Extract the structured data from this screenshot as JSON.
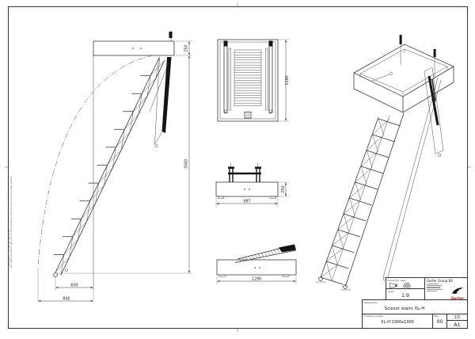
{
  "sheet": {
    "copyright_line1": "Copyright © by Gorter Group BV",
    "copyright_line2": "All rights reserved. No part of this drawing may be reproduced and/or published without written permission of Gorter Group BV."
  },
  "views": {
    "side_open": {
      "dim_casing_height": "250",
      "dim_height": "3500",
      "dim_foot": "600",
      "dim_swing": "840"
    },
    "plan_closed": {
      "dim_length": "1290"
    },
    "front_closed": {
      "dim_width": "987",
      "dim_height": "250"
    },
    "side_closed": {
      "dim_length": "1290"
    }
  },
  "title_block": {
    "projection_label": "Projection view",
    "scale_label": "Scale",
    "scale_value": "1:9",
    "company_name": "Gorter Group BV",
    "logo_text": "Gorter",
    "designation_label": "Designation",
    "designation_value": "Scissor stairs XL-H",
    "drawing_number_label": "Drawing number",
    "drawing_number_value": "XL-H 1000x1300",
    "rev_label": "Rev.",
    "rev_value": "00",
    "sheet_value": "1/1",
    "format_value": "A1"
  },
  "colors": {
    "line": "#2e2e2e",
    "logo_red": "#c4161c"
  }
}
